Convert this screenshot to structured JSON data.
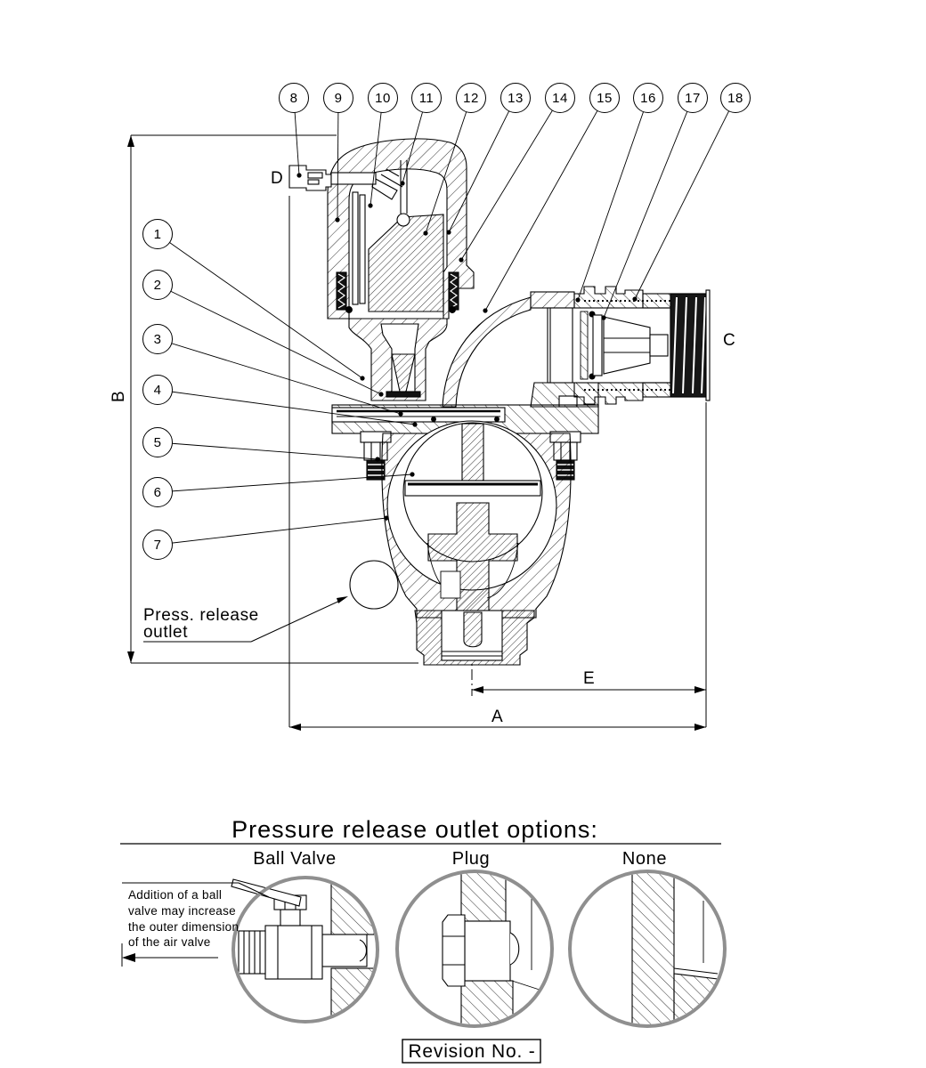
{
  "drawing": {
    "kind": "air-valve-cross-section",
    "colors": {
      "line": "#000000",
      "detail_circle": "#8f8f8f",
      "background": "#ffffff",
      "thread_fill": "#161616"
    }
  },
  "callouts": {
    "numbers": [
      "1",
      "2",
      "3",
      "4",
      "5",
      "6",
      "7",
      "8",
      "9",
      "10",
      "11",
      "12",
      "13",
      "14",
      "15",
      "16",
      "17",
      "18"
    ]
  },
  "dimension_labels": {
    "A": "A",
    "B": "B",
    "C": "C",
    "D": "D",
    "E": "E"
  },
  "press_release_label": {
    "line1": "Press. release",
    "line2": "outlet"
  },
  "options_section": {
    "title": "Pressure release outlet options:",
    "options": [
      {
        "label": "Ball Valve"
      },
      {
        "label": "Plug"
      },
      {
        "label": "None"
      }
    ],
    "note_lines": [
      "Addition of a ball",
      "valve may increase",
      "the outer dimension",
      "of the air valve"
    ]
  },
  "revision": {
    "label": "Revision No. -"
  }
}
